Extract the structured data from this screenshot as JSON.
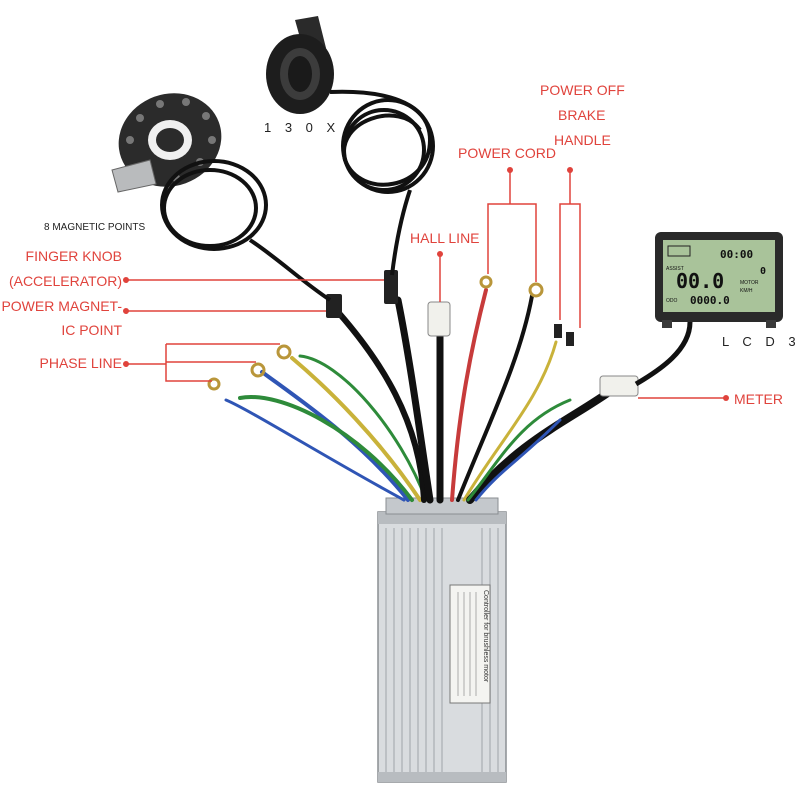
{
  "labels": {
    "magnetic_points": "8 MAGNETIC POINTS",
    "throttle_model": "1 3 0 X",
    "finger_knob_1": "FINGER KNOB",
    "finger_knob_2": "(ACCELERATOR)",
    "power_magnet_1": "POWER MAGNET-",
    "power_magnet_2": "IC POINT",
    "phase_line": "PHASE LINE",
    "hall_line": "HALL LINE",
    "power_cord": "POWER CORD",
    "power_off_1": "POWER OFF",
    "power_off_2": "BRAKE",
    "power_off_3": "HANDLE",
    "lcd": "L C D 3",
    "meter": "METER"
  },
  "controller": {
    "sticker_title": "Controller for brushless motor"
  },
  "display": {
    "time": "00:00",
    "speed": "00.0",
    "gear": "0",
    "odometer": "0000.0",
    "mode_labels": [
      "ASSIST",
      "MOTOR",
      "KM/H",
      "ODO"
    ]
  },
  "colors": {
    "callout": "#e0433c",
    "wire_yellow": "#c9b23a",
    "wire_green": "#2e8b3a",
    "wire_blue": "#2f55b5",
    "wire_red": "#c73b3b",
    "housing": "#d6d9dc",
    "lcd_screen": "#a9c39a"
  }
}
